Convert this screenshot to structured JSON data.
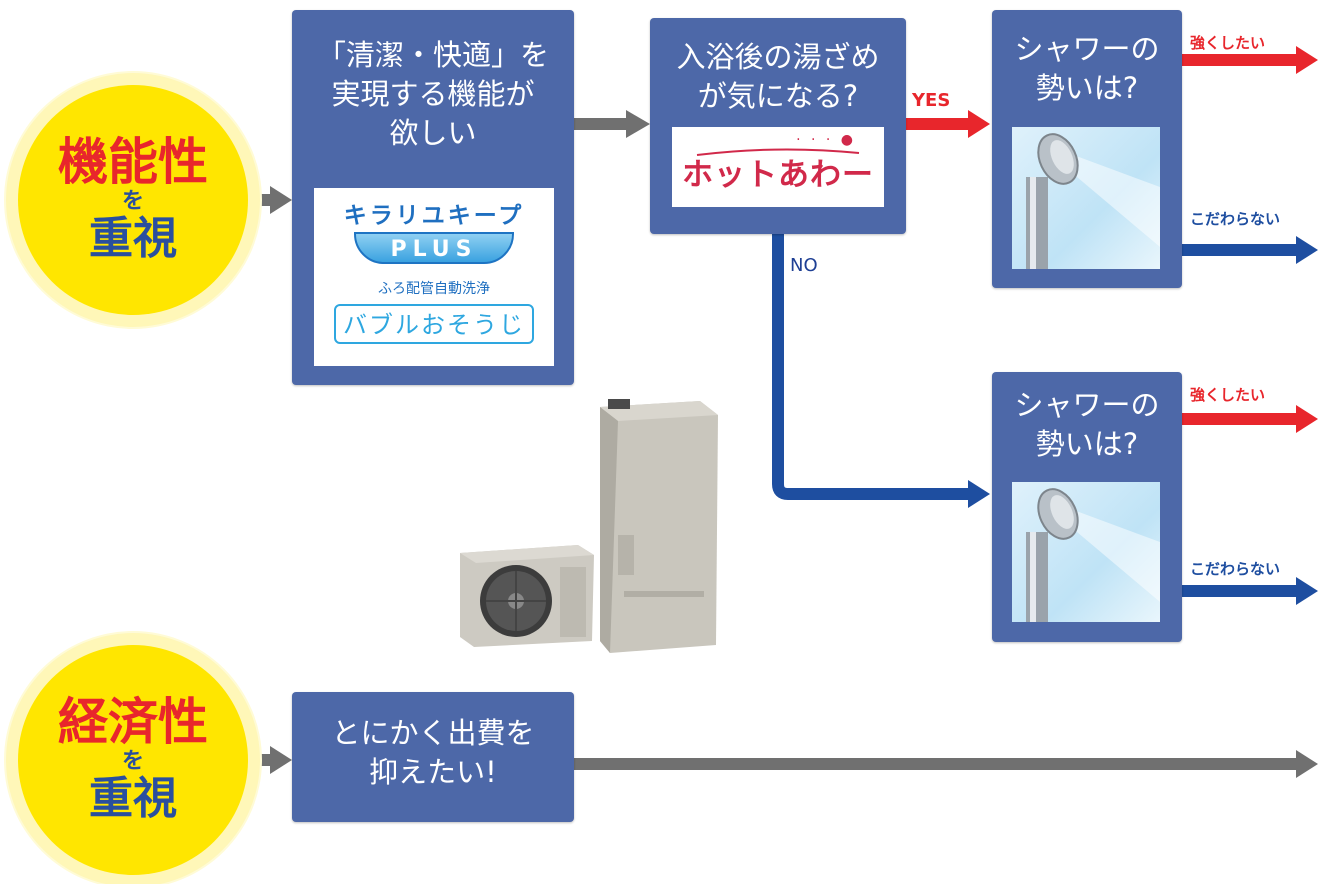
{
  "left_circles": [
    {
      "title": "機能性",
      "particle": "を",
      "focus": "重視"
    },
    {
      "title": "経済性",
      "particle": "を",
      "focus": "重視"
    }
  ],
  "box_function": {
    "lines": [
      "「清潔・快適」を",
      "実現する機能が",
      "欲しい"
    ],
    "logo_kirari": "キラリユキープ",
    "logo_plus": "PLUS",
    "logo_furo": "ふろ配管自動洗浄",
    "logo_bubble": "バブルおそうじ"
  },
  "box_bath": {
    "lines": [
      "入浴後の湯ざめ",
      "が気になる?"
    ],
    "logo_hot": "ホットあわー"
  },
  "box_economy": {
    "lines": [
      "とにかく出費を",
      "抑えたい!"
    ]
  },
  "shower_boxes": [
    {
      "lines": [
        "シャワーの",
        "勢いは?"
      ]
    },
    {
      "lines": [
        "シャワーの",
        "勢いは?"
      ]
    }
  ],
  "branch_labels": {
    "yes": "YES",
    "no": "NO",
    "strong_top": "強くしたい",
    "indifferent_top": "こだわらない",
    "strong_bottom": "強くしたい",
    "indifferent_bottom": "こだわらない"
  },
  "colors": {
    "box": "#4d68a8",
    "yes_arrow": "#e8262c",
    "no_arrow": "#1e4ea0",
    "plain_arrow": "#707070",
    "circle": "#ffe600"
  }
}
